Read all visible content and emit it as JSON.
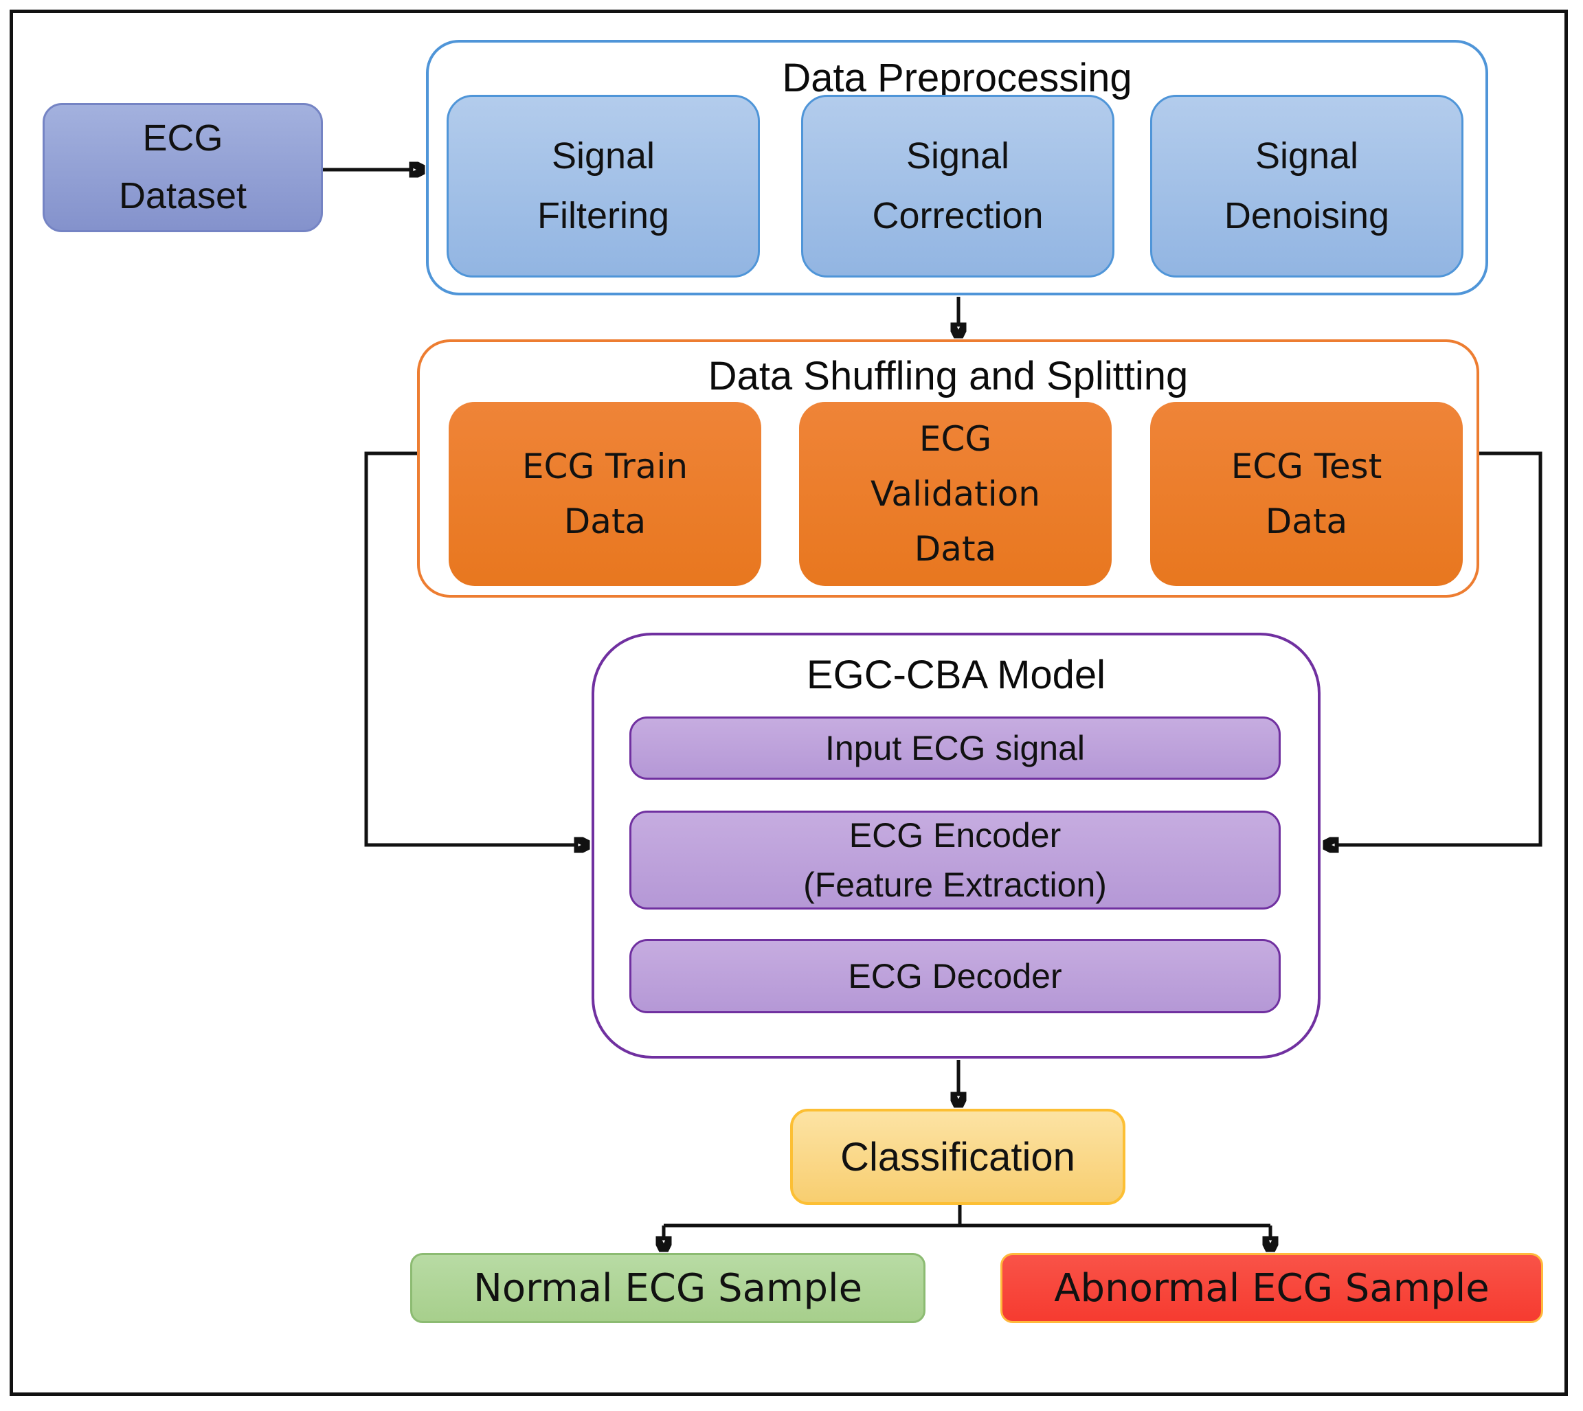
{
  "ecg_dataset": {
    "lines": [
      "ECG",
      "Dataset"
    ]
  },
  "preprocessing": {
    "title": "Data Preprocessing",
    "items": [
      {
        "lines": [
          "Signal",
          "Filtering"
        ]
      },
      {
        "lines": [
          "Signal",
          "Correction"
        ]
      },
      {
        "lines": [
          "Signal",
          "Denoising"
        ]
      }
    ]
  },
  "shuffling": {
    "title": "Data Shuffling and Splitting",
    "items": [
      {
        "lines": [
          "ECG Train",
          "Data"
        ]
      },
      {
        "lines": [
          "ECG",
          "Validation",
          "Data"
        ]
      },
      {
        "lines": [
          "ECG Test",
          "Data"
        ]
      }
    ]
  },
  "model": {
    "title": "EGC-CBA Model",
    "items": [
      {
        "lines": [
          "Input ECG signal"
        ]
      },
      {
        "lines": [
          "ECG Encoder",
          "(Feature Extraction)"
        ]
      },
      {
        "lines": [
          "ECG Decoder"
        ]
      }
    ]
  },
  "classification": {
    "label": "Classification"
  },
  "outputs": {
    "normal": "Normal ECG Sample",
    "abnormal": "Abnormal ECG Sample"
  },
  "colors": {
    "dataset_fill_top": "#a3b1de",
    "dataset_fill_bottom": "#8492cc",
    "dataset_border": "#7584c4",
    "preprocessing_border": "#4f95d8",
    "preprocessing_box_top": "#b3ccec",
    "preprocessing_box_bottom": "#92b5e2",
    "shuffling_accent": "#ed7d31",
    "model_border": "#7030a0",
    "model_bar_top": "#c6ace0",
    "model_bar_bottom": "#b598d6",
    "classification_fill_top": "#fce3a4",
    "classification_fill_bottom": "#f8ce70",
    "classification_border": "#fcbf34",
    "normal_fill_top": "#b8dba4",
    "normal_fill_bottom": "#a7cf8c",
    "normal_border": "#8cbb72",
    "abnormal_fill": "#f8463c",
    "abnormal_border": "#ffb93c",
    "connector": "#111111"
  }
}
